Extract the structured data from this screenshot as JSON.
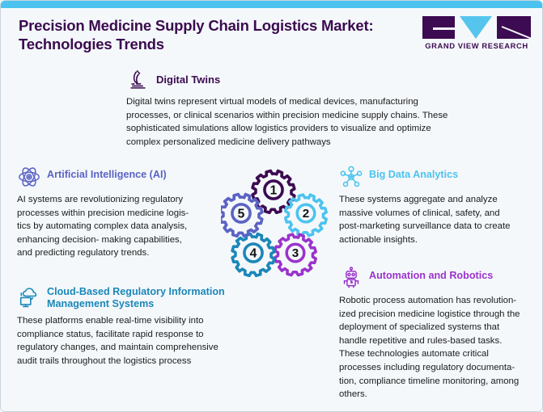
{
  "header": {
    "title": "Precision Medicine Supply Chain Logistics Market: Technologies Trends",
    "logo_text": "GRAND VIEW RESEARCH",
    "accent_color": "#4cc3ef"
  },
  "sections": {
    "digital_twins": {
      "title": "Digital Twins",
      "icon": "microscope-icon",
      "color": "#3d0b51",
      "body": "Digital twins represent virtual models of medical devices, manufacturing processes, or clinical scenarios within precision medicine supply chains. These sophisticated simulations allow logistics providers to visualize and optimize complex personalized medicine delivery pathways"
    },
    "artificial_intelligence": {
      "title": "Artificial Intelligence (AI)",
      "icon": "atom-icon",
      "color": "#5b63c4",
      "body": "AI systems are revolutionizing regulatory processes within precision medicine logis-tics by automating complex data analysis, enhancing decision- making capabilities, and predicting regulatory trends."
    },
    "big_data_analytics": {
      "title": "Big Data Analytics",
      "icon": "network-hub-icon",
      "color": "#4cc3ef",
      "body": "These systems aggregate and analyze massive volumes of clinical, safety, and post-marketing surveillance data to create actionable insights."
    },
    "cloud_based": {
      "title": "Cloud-Based Regulatory Information Management Systems",
      "icon": "cloud-monitor-icon",
      "color": "#1b87b8",
      "body": "These platforms enable real-time visibility into compliance status, facilitate rapid response to regulatory changes, and maintain comprehensive audit trails throughout the logistics process"
    },
    "automation_robotics": {
      "title": "Automation and Robotics",
      "icon": "robot-icon",
      "color": "#9b33cc",
      "body": "Robotic process automation has revolution-ized precision medicine logistice through the deployment of specialized systems that handle repetitive and rules-based tasks. These technologies automate critical processes including regulatory documenta-tion, compliance timeline monitoring, among others."
    }
  },
  "gears": [
    {
      "number": "1",
      "color": "#3d0b51",
      "label": "gear-digital-twins"
    },
    {
      "number": "2",
      "color": "#4cc3ef",
      "label": "gear-big-data-analytics"
    },
    {
      "number": "3",
      "color": "#9b33cc",
      "label": "gear-automation-robotics"
    },
    {
      "number": "4",
      "color": "#1b87b8",
      "label": "gear-cloud-based"
    },
    {
      "number": "5",
      "color": "#5b63c4",
      "label": "gear-artificial-intelligence"
    }
  ]
}
